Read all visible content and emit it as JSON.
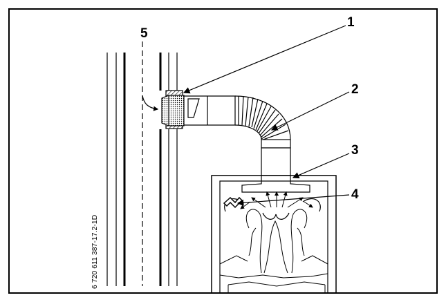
{
  "diagram": {
    "callouts": {
      "c1": "1",
      "c2": "2",
      "c3": "3",
      "c4": "4",
      "c5": "5"
    },
    "document_number": "6 720 611 387-17.2-1D"
  },
  "colors": {
    "line": "#000000",
    "background": "#ffffff"
  }
}
